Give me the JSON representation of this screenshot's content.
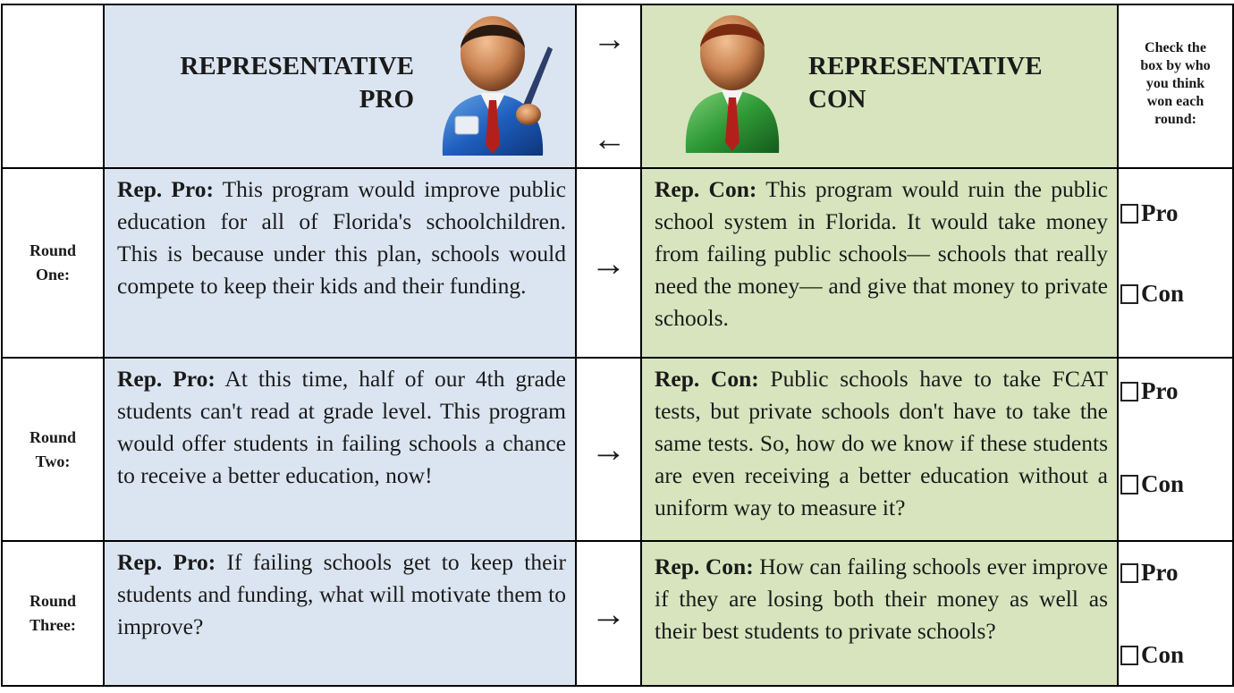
{
  "header": {
    "pro_title_line1": "REPRESENTATIVE",
    "pro_title_line2": "PRO",
    "con_title_line1": "REPRESENTATIVE",
    "con_title_line2": "CON",
    "arrow_right": "→",
    "arrow_left": "←",
    "check_instruction_lines": [
      "Check the",
      "box by who",
      "you think",
      "won each",
      "round:"
    ],
    "pro_icon": "businessman-blue-suit-pen-icon",
    "con_icon": "businessman-green-suit-icon"
  },
  "rounds": [
    {
      "label_line1": "Round",
      "label_line2": "One:",
      "pro_speaker": "Rep. Pro:",
      "pro_text": "This program would improve public education for all of Florida's schoolchildren. This is because under this plan, schools would compete to keep their kids and their funding.",
      "arrow": "→",
      "con_speaker": "Rep. Con:",
      "con_text": "This program would ruin the public school system in Florida. It would take money from failing public schools— schools that really need the money— and give that money to private schools.",
      "option_pro": "Pro",
      "option_con": "Con"
    },
    {
      "label_line1": "Round",
      "label_line2": "Two:",
      "pro_speaker": "Rep. Pro:",
      "pro_text": "At this time, half of our 4th grade students can't read at grade level. This program would offer students in failing schools a chance to receive a better education, now!",
      "arrow": "→",
      "con_speaker": "Rep. Con:",
      "con_text": "Public schools have to take FCAT tests, but private schools don't have to take the same tests. So, how do we know if these students are even receiving a better education without a uniform way to measure it?",
      "option_pro": "Pro",
      "option_con": "Con"
    },
    {
      "label_line1": "Round",
      "label_line2": "Three:",
      "pro_speaker": "Rep. Pro:",
      "pro_text": "If failing schools get to keep their students and funding, what will motivate them to improve?",
      "arrow": "→",
      "con_speaker": "Rep. Con:",
      "con_text": "How can failing schools ever improve if they are losing both their money as well as their best students to private schools?",
      "option_pro": "Pro",
      "option_con": "Con"
    }
  ],
  "colors": {
    "pro_background": "#dbe5f1",
    "con_background": "#d7e4bd",
    "border": "#000000"
  }
}
